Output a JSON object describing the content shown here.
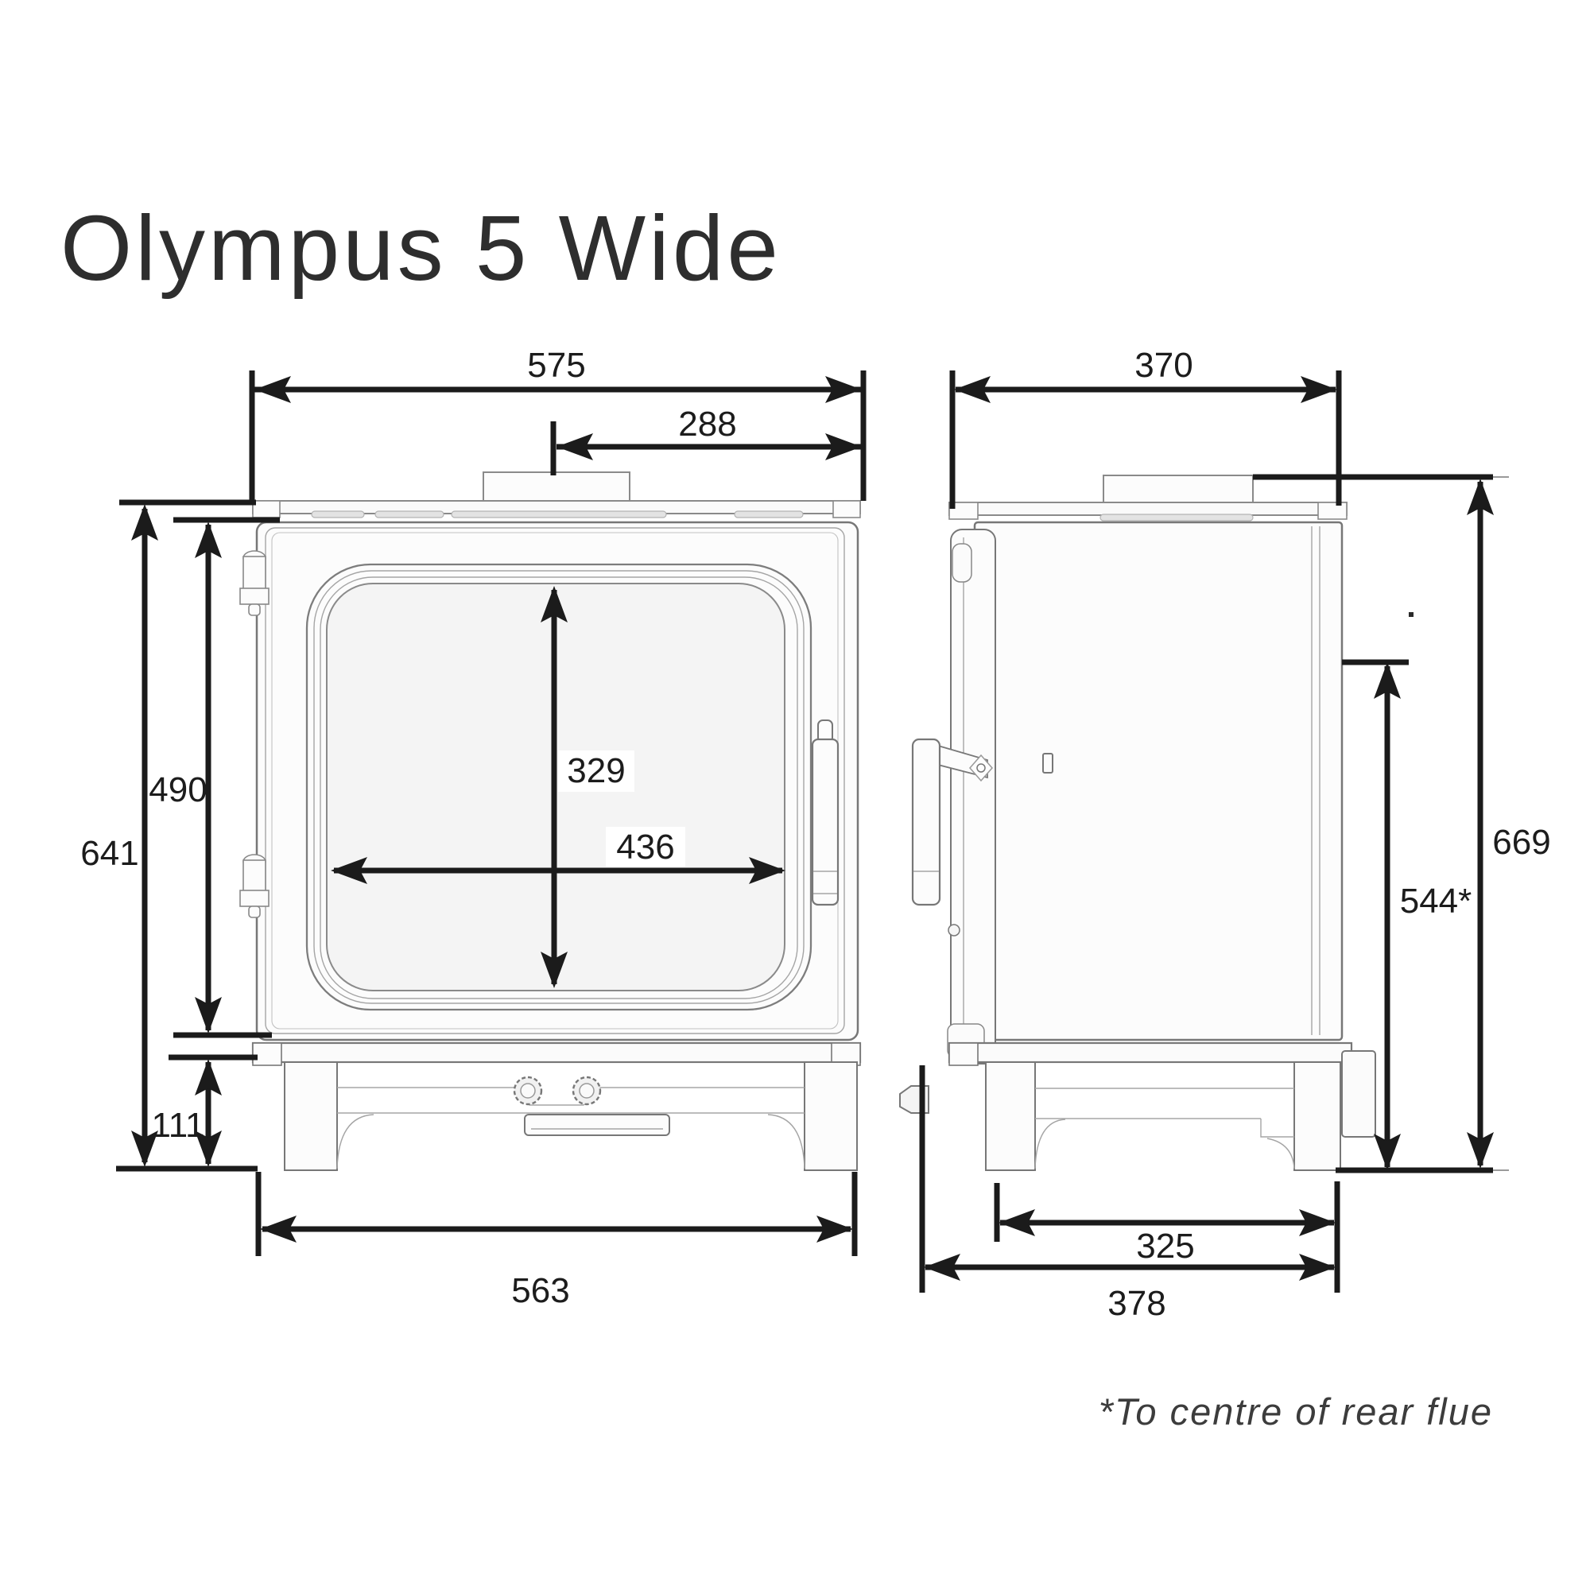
{
  "title": "Olympus 5 Wide",
  "footnote": "*To centre of rear flue",
  "colors": {
    "dimension_lines": "#1b1b1b",
    "drawing_lines": "#7d7d7d",
    "text": "#2e2e2e"
  },
  "views": {
    "left": "front-view",
    "right": "side-view"
  },
  "dimensions": {
    "front": {
      "top_width": "575",
      "flue_centre_offset": "288",
      "overall_height": "641",
      "door_height": "490",
      "base_height": "111",
      "glass_height": "329",
      "glass_width": "436",
      "base_width": "563"
    },
    "side": {
      "top_depth": "370",
      "overall_height": "669",
      "rear_flue_height": "544*",
      "base_inner_depth": "325",
      "base_depth": "378"
    }
  }
}
